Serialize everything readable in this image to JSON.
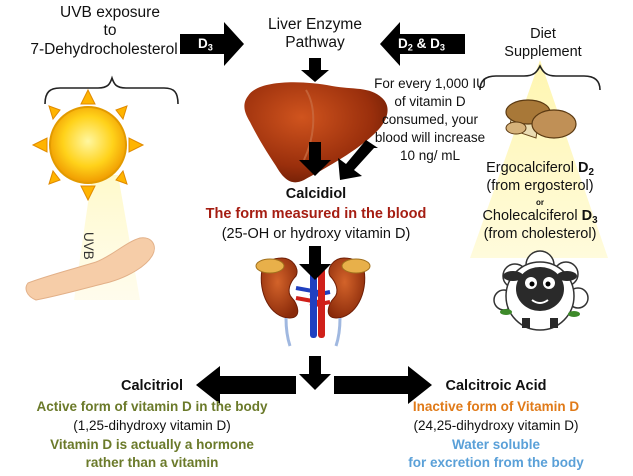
{
  "uvb": {
    "line1": "UVB exposure",
    "line2": "to",
    "line3": "7-Dehydrocholesterol",
    "beam_label": "UVB"
  },
  "arrows": {
    "d3": {
      "base": "D",
      "sub": "3"
    },
    "d2d3": {
      "a": "D",
      "a_sub": "2",
      "amp": " & ",
      "b": "D",
      "b_sub": "3"
    }
  },
  "liver_pathway": {
    "line1": "Liver Enzyme",
    "line2": "Pathway"
  },
  "note": {
    "line1": "For every 1,000 IU",
    "line2": "of vitamin D",
    "line3": "consumed, your",
    "line4": "blood will increase",
    "line5": "10 ng/ mL"
  },
  "diet": {
    "line1": "Diet",
    "line2": "Supplement",
    "ergo": "Ergocalciferol ",
    "ergo_d": "D",
    "ergo_sub": "2",
    "ergo_source": "(from ergosterol)",
    "or": "or",
    "chole": "Cholecalciferol ",
    "chole_d": "D",
    "chole_sub": "3",
    "chole_source": "(from cholesterol)"
  },
  "calcidiol": {
    "title": "Calcidiol",
    "measured": "The form measured in the blood",
    "subtitle": "(25-OH or hydroxy vitamin D)"
  },
  "calcitriol": {
    "title": "Calcitriol",
    "active": "Active form of vitamin D in the body",
    "subtitle": "(1,25-dihydroxy vitamin D)",
    "hormone_line1": "Vitamin D is actually a hormone",
    "hormone_line2": "rather than a vitamin"
  },
  "calcitroic": {
    "title": "Calcitroic Acid",
    "inactive": "Inactive form of Vitamin D",
    "subtitle": "(24,25-dihydroxy vitamin D)",
    "water": "Water soluble",
    "excretion": "for excretion from the body"
  },
  "colors": {
    "measured_red": "#a51d12",
    "active_olive": "#6b7a2a",
    "inactive_orange": "#e07a18",
    "water_blue": "#5aa0d8"
  }
}
